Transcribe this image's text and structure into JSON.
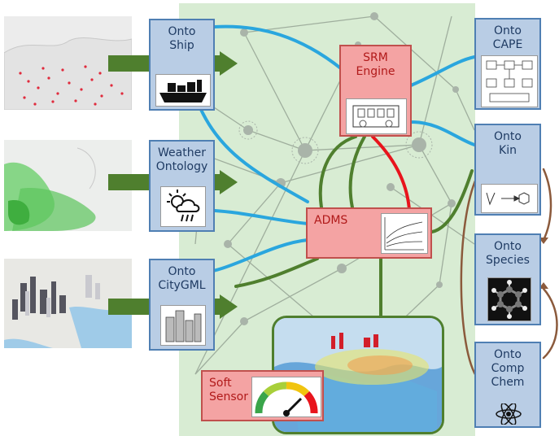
{
  "colors": {
    "network_background": "#d8ecd3",
    "ontology_box": "#b9cde5",
    "agent_box": "#f4a3a3",
    "blue_link": "#2aa6de",
    "green_link": "#4f7f2e",
    "red_link": "#e8141c",
    "brown_link": "#8b5a3c"
  },
  "ontologies": {
    "ship": "Onto\nShip",
    "weather": "Weather\nOntology",
    "citygml": "Onto\nCityGML",
    "cape": "Onto\nCAPE",
    "kin": "Onto\nKin",
    "species": "Onto\nSpecies",
    "compchem": "Onto\nComp\nChem"
  },
  "agents": {
    "srm": "SRM\nEngine",
    "adms": "ADMS",
    "soft_sensor": "Soft\nSensor"
  },
  "icons": {
    "ship": "cargo-ship-icon",
    "weather": "sun-cloud-rain-icon",
    "citygml": "city-buildings-icon",
    "srm": "engine-icon",
    "adms": "dispersion-plot-icon",
    "soft_sensor": "gauge-icon",
    "cape": "process-flowsheet-icon",
    "kin": "reaction-mechanism-icon",
    "species": "benzene-molecule-icon",
    "compchem": "atom-icon"
  }
}
